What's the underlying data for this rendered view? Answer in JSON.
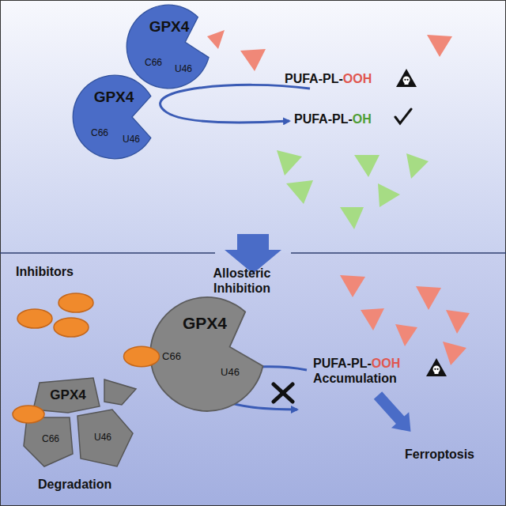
{
  "diagram": {
    "nodes": [
      {
        "text": [
          "GPX4",
          "C66",
          "U46"
        ]
      },
      {
        "text": [
          "GPX4",
          "C66",
          "U46"
        ]
      },
      {
        "text": [
          "GPX4",
          "C66",
          "U46"
        ]
      },
      {
        "text": [
          "GPX4",
          "C66",
          "U46"
        ]
      }
    ],
    "labels": [
      "PUFA-PL-OOH",
      "PUFA-PL-OH",
      "Inhibitors",
      "Allosteric Inhibition",
      "PUFA-PL-OOH Accumulation",
      "Degradation",
      "Ferroptosis"
    ]
  }
}
